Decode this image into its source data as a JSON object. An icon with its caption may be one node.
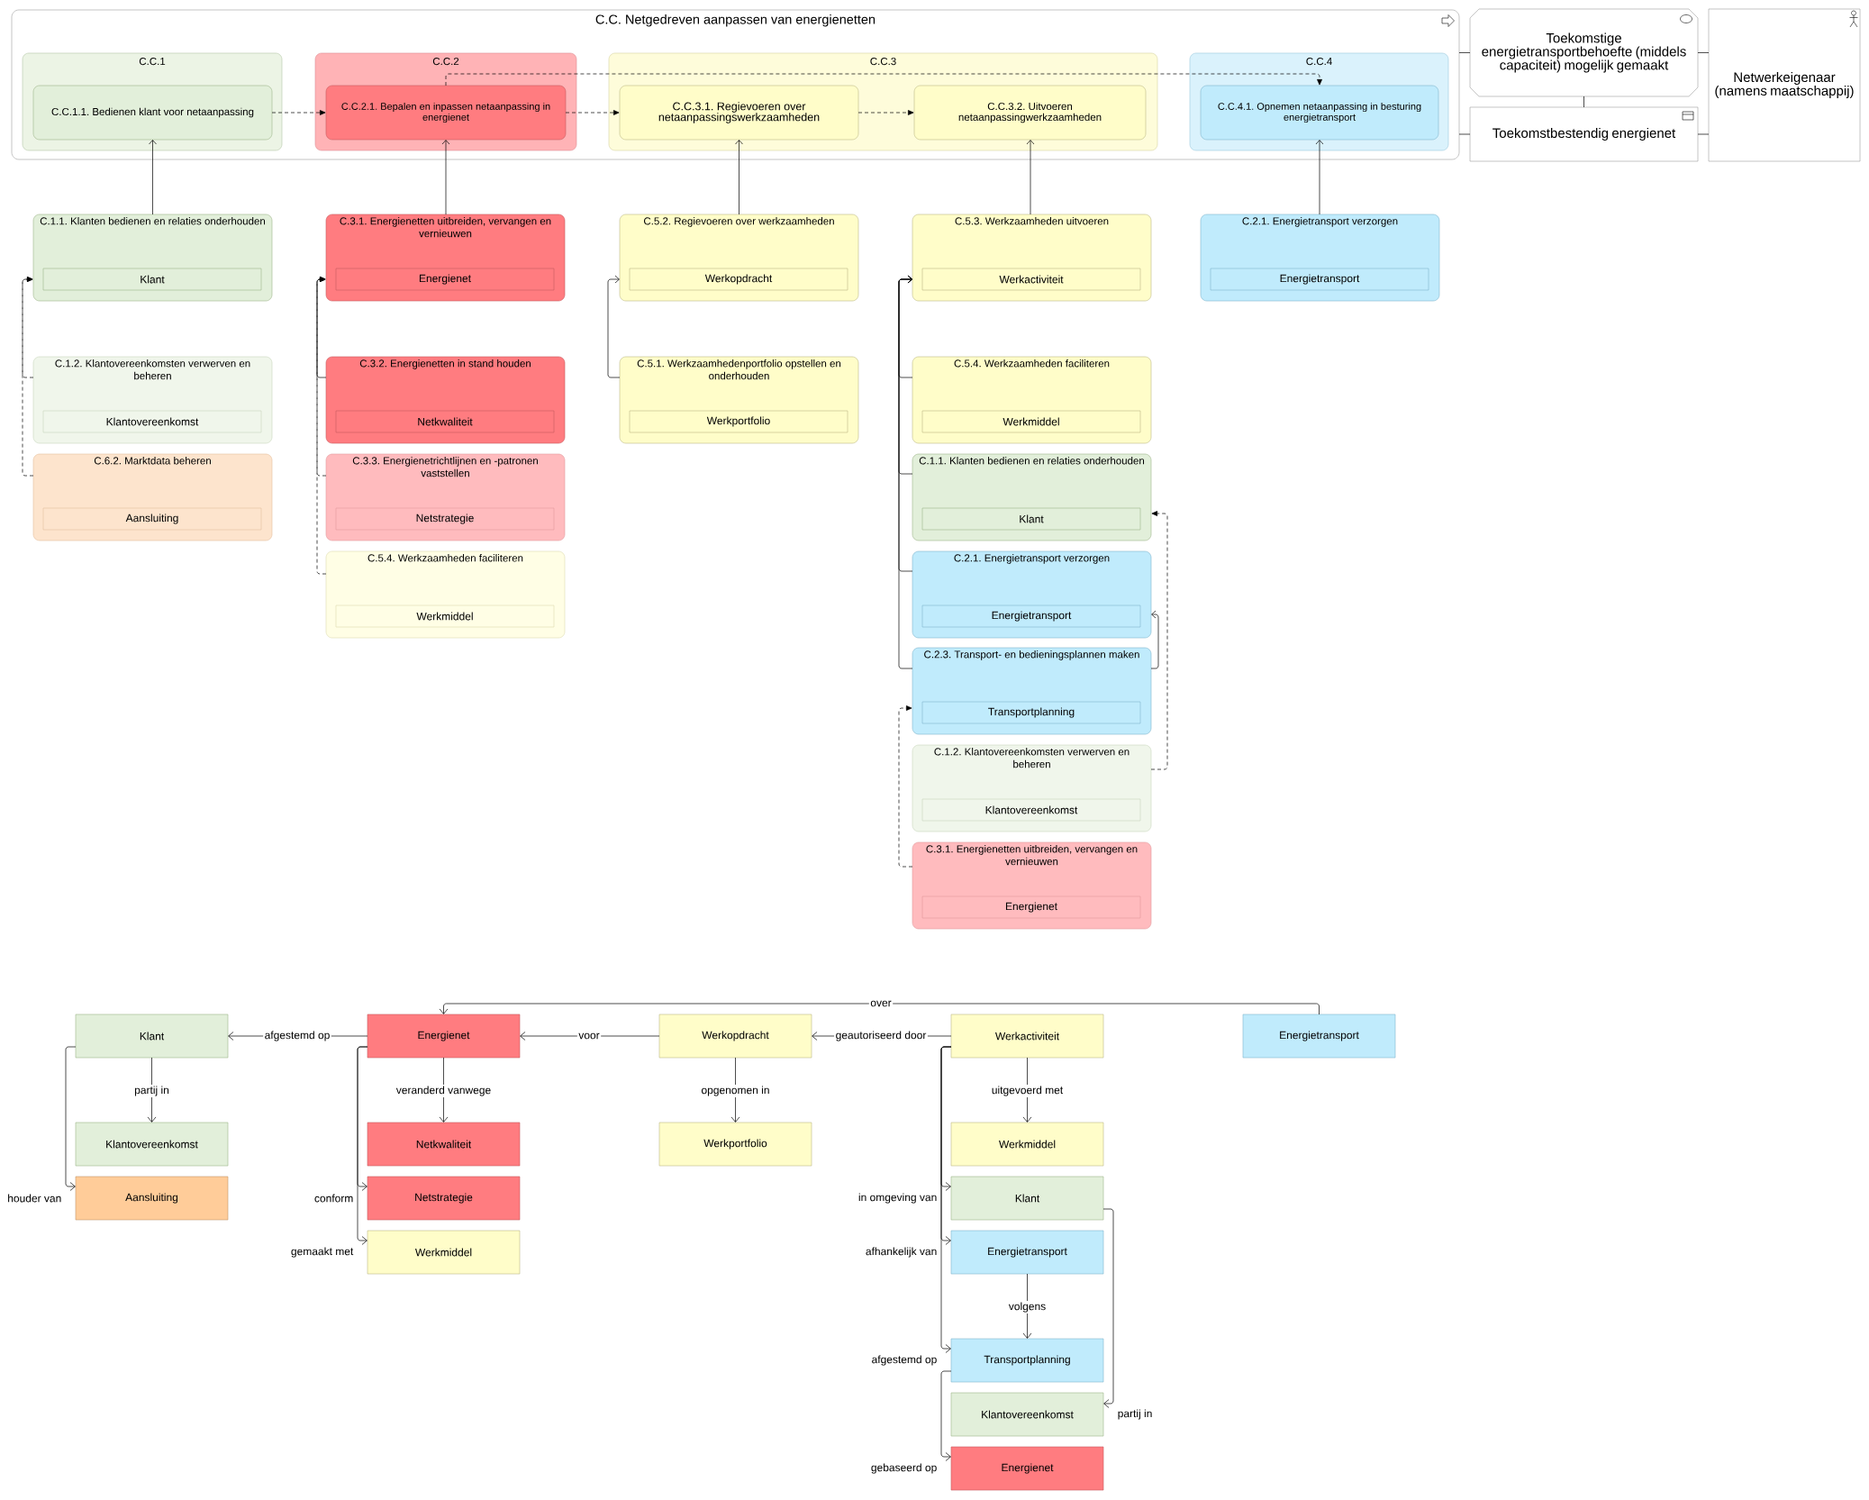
{
  "diagram": {
    "nodes": [
      {
        "text": [
          "C.C. Netgedreven aanpassen van energienetten"
        ]
      },
      {
        "text": [
          "C.C.1"
        ],
        "in": 0
      },
      {
        "text": [
          "C.C.1.1. Bedienen klant voor netaanpassing"
        ],
        "in": 1
      },
      {
        "text": [
          "C.C.2"
        ],
        "in": 0
      },
      {
        "text": [
          "C.C.2.1. Bepalen en inpassen netaanpassing in energienet"
        ],
        "in": 3
      },
      {
        "text": [
          "C.C.3"
        ],
        "in": 0
      },
      {
        "text": [
          "C.C.3.1. Regievoeren over netaanpassingswerkzaamheden"
        ],
        "in": 5
      },
      {
        "text": [
          "C.C.3.2. Uitvoeren netaanpassingwerkzaamheden"
        ],
        "in": 5
      },
      {
        "text": [
          "C.C.4"
        ],
        "in": 0
      },
      {
        "text": [
          "C.C.4.1. Opnemen netaanpassing in besturing energietransport"
        ],
        "in": 8
      },
      {
        "text": [
          "Toekomstige energietransportbehoefte (middels capaciteit) mogelijk gemaakt"
        ]
      },
      {
        "text": [
          "Toekomstbestendig energienet"
        ]
      },
      {
        "text": [
          "Netwerkeigenaar (namens maatschappij)"
        ]
      },
      {
        "text": [
          "C.1.1. Klanten bedienen en relaties onderhouden"
        ]
      },
      {
        "text": [
          "Klant"
        ],
        "in": 13
      },
      {
        "text": [
          "C.3.1. Energienetten uitbreiden, vervangen en vernieuwen"
        ]
      },
      {
        "text": [
          "Energienet"
        ],
        "in": 15
      },
      {
        "text": [
          "C.5.2. Regievoeren over werkzaamheden"
        ]
      },
      {
        "text": [
          "Werkopdracht"
        ],
        "in": 17
      },
      {
        "text": [
          "C.5.3. Werkzaamheden uitvoeren"
        ]
      },
      {
        "text": [
          "Werkactiviteit"
        ],
        "in": 19
      },
      {
        "text": [
          "C.2.1. Energietransport verzorgen"
        ]
      },
      {
        "text": [
          "Energietransport"
        ],
        "in": 21
      },
      {
        "text": [
          "C.1.2. Klantovereenkomsten verwerven en beheren"
        ]
      },
      {
        "text": [
          "Klantovereenkomst"
        ],
        "in": 23
      },
      {
        "text": [
          "C.3.2. Energienetten in stand houden"
        ]
      },
      {
        "text": [
          "Netkwaliteit"
        ],
        "in": 25
      },
      {
        "text": [
          "C.5.1. Werkzaamhedenportfolio opstellen en onderhouden"
        ]
      },
      {
        "text": [
          "Werkportfolio"
        ],
        "in": 27
      },
      {
        "text": [
          "C.5.4. Werkzaamheden faciliteren"
        ]
      },
      {
        "text": [
          "Werkmiddel"
        ],
        "in": 29
      },
      {
        "text": [
          "C.6.2. Marktdata beheren"
        ]
      },
      {
        "text": [
          "Aansluiting"
        ],
        "in": 31
      },
      {
        "text": [
          "C.3.3. Energienetrichtlijnen en -patronen vaststellen"
        ]
      },
      {
        "text": [
          "Netstrategie"
        ],
        "in": 33
      },
      {
        "text": [
          "C.1.1. Klanten bedienen en relaties onderhouden"
        ]
      },
      {
        "text": [
          "Klant"
        ],
        "in": 35
      },
      {
        "text": [
          "C.5.4. Werkzaamheden faciliteren"
        ]
      },
      {
        "text": [
          "Werkmiddel"
        ],
        "in": 37
      },
      {
        "text": [
          "C.2.1. Energietransport verzorgen"
        ]
      },
      {
        "text": [
          "Energietransport"
        ],
        "in": 39
      },
      {
        "text": [
          "C.2.3. Transport- en bedieningsplannen maken"
        ]
      },
      {
        "text": [
          "Transportplanning"
        ],
        "in": 41
      },
      {
        "text": [
          "C.1.2. Klantovereenkomsten verwerven en beheren"
        ]
      },
      {
        "text": [
          "Klantovereenkomst"
        ],
        "in": 43
      },
      {
        "text": [
          "C.3.1. Energienetten uitbreiden, vervangen en vernieuwen"
        ]
      },
      {
        "text": [
          "Energienet"
        ],
        "in": 45
      },
      {
        "text": [
          "Klant"
        ]
      },
      {
        "text": [
          "Energienet"
        ]
      },
      {
        "text": [
          "Werkopdracht"
        ]
      },
      {
        "text": [
          "Werkactiviteit"
        ]
      },
      {
        "text": [
          "Energietransport"
        ]
      },
      {
        "text": [
          "Klantovereenkomst"
        ]
      },
      {
        "text": [
          "Netkwaliteit"
        ]
      },
      {
        "text": [
          "Werkportfolio"
        ]
      },
      {
        "text": [
          "Werkmiddel"
        ]
      },
      {
        "text": [
          "Aansluiting"
        ]
      },
      {
        "text": [
          "Netstrategie"
        ]
      },
      {
        "text": [
          "Klant"
        ]
      },
      {
        "text": [
          "Werkmiddel"
        ]
      },
      {
        "text": [
          "Energietransport"
        ]
      },
      {
        "text": [
          "Transportplanning"
        ]
      },
      {
        "text": [
          "Klantovereenkomst"
        ]
      },
      {
        "text": [
          "Energienet"
        ]
      }
    ],
    "edges": [
      {
        "from": 2,
        "to": 4,
        "arrow": "to",
        "style": "dashed"
      },
      {
        "from": 4,
        "to": 6,
        "arrow": "to",
        "style": "dashed"
      },
      {
        "from": 6,
        "to": 7,
        "arrow": "to",
        "style": "dashed"
      },
      {
        "from": 4,
        "to": 9,
        "arrow": "to",
        "style": "dashed"
      },
      {
        "from": 13,
        "to": 2,
        "arrow": "to"
      },
      {
        "from": 15,
        "to": 4,
        "arrow": "to"
      },
      {
        "from": 17,
        "to": 6,
        "arrow": "to"
      },
      {
        "from": 19,
        "to": 7,
        "arrow": "to"
      },
      {
        "from": 21,
        "to": 9,
        "arrow": "to"
      },
      {
        "from": 0,
        "to": 10,
        "arrow": "none"
      },
      {
        "from": 0,
        "to": 11,
        "arrow": "none"
      },
      {
        "from": 10,
        "to": 12,
        "arrow": "none"
      },
      {
        "from": 11,
        "to": 12,
        "arrow": "none"
      },
      {
        "from": 10,
        "to": 11,
        "arrow": "none"
      },
      {
        "from": 23,
        "to": 13,
        "arrow": "to",
        "style": "dashed"
      },
      {
        "from": 31,
        "to": 13,
        "arrow": "to",
        "style": "dashed"
      },
      {
        "from": 25,
        "to": 15,
        "arrow": "to"
      },
      {
        "from": 33,
        "to": 15,
        "arrow": "to",
        "style": "dashed"
      },
      {
        "from": 37,
        "to": 15,
        "arrow": "to",
        "style": "dashed"
      },
      {
        "from": 27,
        "to": 17,
        "arrow": "to"
      },
      {
        "from": 29,
        "to": 19,
        "arrow": "to"
      },
      {
        "from": 35,
        "to": 19,
        "arrow": "to"
      },
      {
        "from": 39,
        "to": 19,
        "arrow": "to"
      },
      {
        "from": 41,
        "to": 19,
        "arrow": "to"
      },
      {
        "from": 43,
        "to": 35,
        "arrow": "to",
        "style": "dashed"
      },
      {
        "from": 41,
        "to": 39,
        "arrow": "to"
      },
      {
        "from": 45,
        "to": 41,
        "arrow": "to",
        "style": "dashed"
      },
      {
        "from": 48,
        "to": 47,
        "arrow": "to",
        "label": "afgestemd op"
      },
      {
        "from": 47,
        "to": 52,
        "arrow": "to",
        "label": "partij in"
      },
      {
        "from": 47,
        "to": 56,
        "arrow": "to",
        "label": "houder van"
      },
      {
        "from": 49,
        "to": 48,
        "arrow": "to",
        "label": "voor"
      },
      {
        "from": 48,
        "to": 53,
        "arrow": "to",
        "label": "veranderd vanwege"
      },
      {
        "from": 48,
        "to": 57,
        "arrow": "to",
        "label": "conform"
      },
      {
        "from": 48,
        "to": 59,
        "arrow": "to",
        "label": "gemaakt met"
      },
      {
        "from": 49,
        "to": 54,
        "arrow": "to",
        "label": "opgenomen in"
      },
      {
        "from": 50,
        "to": 49,
        "arrow": "to",
        "label": "geautoriseerd door"
      },
      {
        "from": 51,
        "to": 48,
        "arrow": "to",
        "label": "over"
      },
      {
        "from": 50,
        "to": 55,
        "arrow": "to",
        "label": "uitgevoerd met"
      },
      {
        "from": 50,
        "to": 58,
        "arrow": "to",
        "label": "in omgeving van"
      },
      {
        "from": 50,
        "to": 60,
        "arrow": "to",
        "label": "afhankelijk van"
      },
      {
        "from": 50,
        "to": 61,
        "arrow": "to",
        "label": "afgestemd op"
      },
      {
        "from": 60,
        "to": 61,
        "arrow": "to",
        "label": "volgens"
      },
      {
        "from": 61,
        "to": 63,
        "arrow": "to",
        "label": "gebaseerd op"
      },
      {
        "from": 58,
        "to": 62,
        "arrow": "to",
        "label": "partij in"
      }
    ]
  }
}
